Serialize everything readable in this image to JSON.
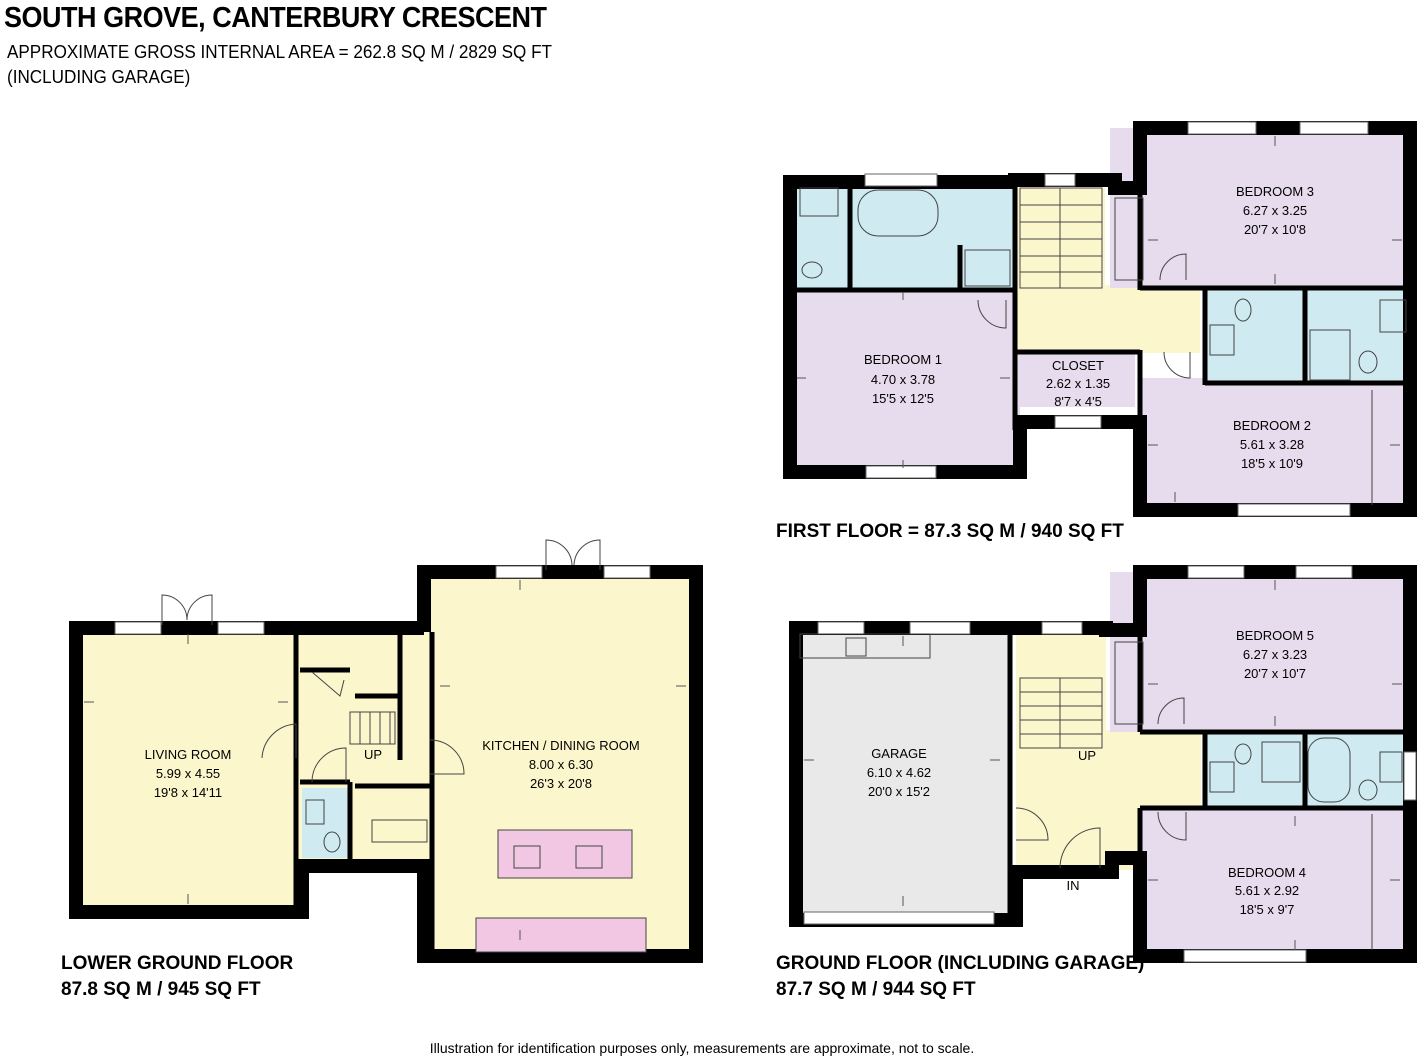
{
  "header": {
    "title": "SOUTH GROVE, CANTERBURY CRESCENT",
    "area_line": "APPROXIMATE GROSS INTERNAL AREA = 262.8 SQ M / 2829 SQ FT",
    "area_note": "(INCLUDING GARAGE)"
  },
  "floors": {
    "first": {
      "label": "FIRST FLOOR = 87.3 SQ M / 940 SQ FT"
    },
    "lower": {
      "label": "LOWER GROUND FLOOR",
      "area": "87.8 SQ M / 945 SQ FT"
    },
    "ground": {
      "label": "GROUND FLOOR (INCLUDING GARAGE)",
      "area": "87.7 SQ M / 944 SQ FT"
    }
  },
  "rooms": {
    "bedroom3": {
      "name": "BEDROOM 3",
      "metric": "6.27 x 3.25",
      "imperial": "20'7 x 10'8"
    },
    "bedroom1": {
      "name": "BEDROOM 1",
      "metric": "4.70 x 3.78",
      "imperial": "15'5 x 12'5"
    },
    "closet": {
      "name": "CLOSET",
      "metric": "2.62 x 1.35",
      "imperial": "8'7 x 4'5"
    },
    "bedroom2": {
      "name": "BEDROOM 2",
      "metric": "5.61 x 3.28",
      "imperial": "18'5 x 10'9"
    },
    "living": {
      "name": "LIVING ROOM",
      "metric": "5.99 x 4.55",
      "imperial": "19'8 x 14'11"
    },
    "kitchen": {
      "name": "KITCHEN / DINING ROOM",
      "metric": "8.00 x 6.30",
      "imperial": "26'3 x 20'8"
    },
    "garage": {
      "name": "GARAGE",
      "metric": "6.10 x 4.62",
      "imperial": "20'0 x 15'2"
    },
    "bedroom5": {
      "name": "BEDROOM 5",
      "metric": "6.27 x 3.23",
      "imperial": "20'7 x 10'7"
    },
    "bedroom4": {
      "name": "BEDROOM 4",
      "metric": "5.61 x 2.92",
      "imperial": "18'5 x 9'7"
    }
  },
  "markers": {
    "up": "UP",
    "in": "IN"
  },
  "footer": {
    "disclaimer": "Illustration for identification purposes only, measurements are approximate, not to scale."
  },
  "colors": {
    "bedroom": "#e6dced",
    "bathroom": "#cfeaf0",
    "hallway": "#fbf6cc",
    "kitchen": "#fbf6cc",
    "garage": "#e9e9e9",
    "island": "#f2c7e3",
    "wall": "#000000"
  }
}
